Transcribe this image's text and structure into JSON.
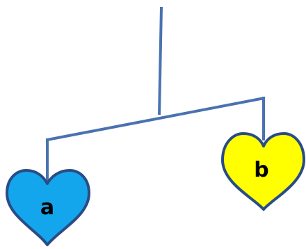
{
  "diagram": {
    "colors": {
      "rod": "#4a72b0",
      "heart_outline": "#2a4c86"
    },
    "hearts": [
      {
        "id": "left",
        "label": "a",
        "fill": "#14a6ec"
      },
      {
        "id": "right",
        "label": "b",
        "fill": "#ffff00"
      }
    ]
  }
}
